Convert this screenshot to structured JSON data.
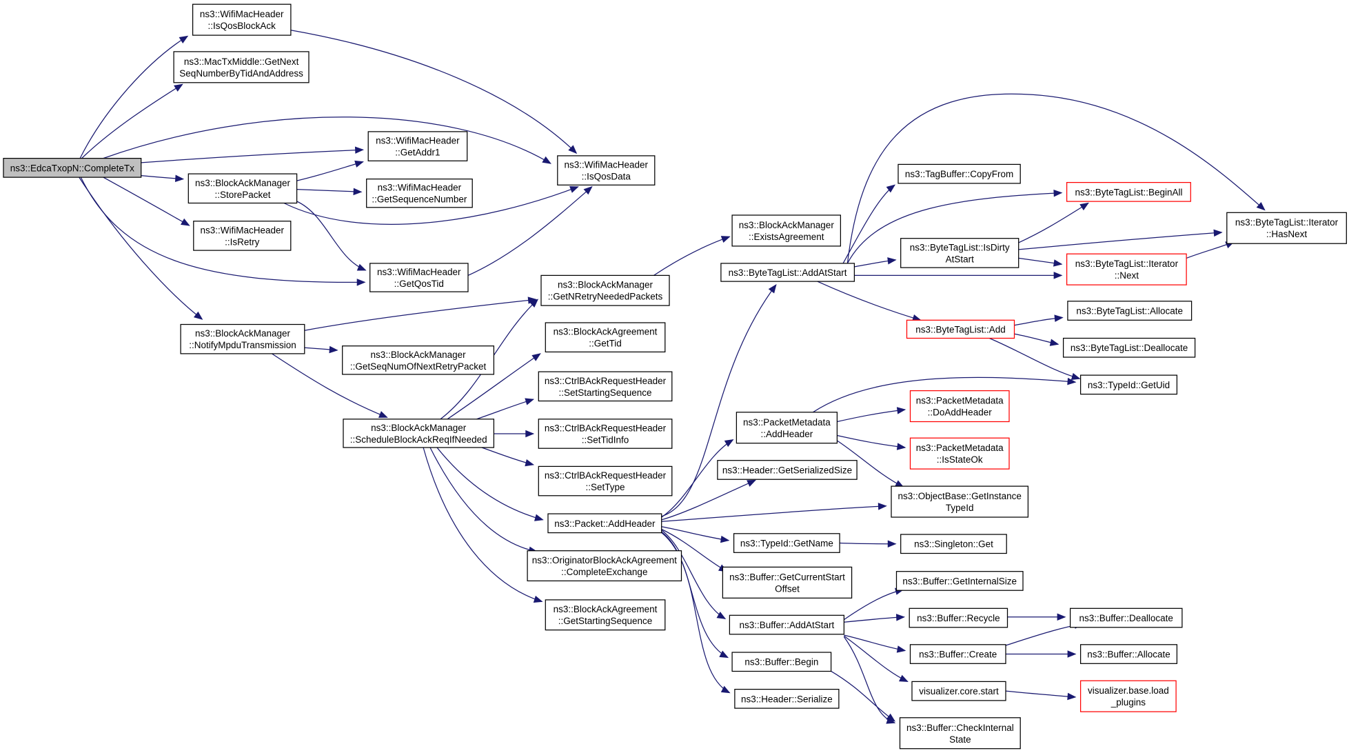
{
  "graph": {
    "root": "n_root",
    "edge_color": "#191970",
    "root_fill": "#bfbfbf",
    "incomplete_border_color": "#ff0000",
    "nodes": [
      {
        "id": "n_root",
        "lines": [
          "ns3::EdcaTxopN::CompleteTx"
        ],
        "root": true
      },
      {
        "id": "n_isqosblockack",
        "lines": [
          "ns3::WifiMacHeader",
          "::IsQosBlockAck"
        ]
      },
      {
        "id": "n_getnextseq",
        "lines": [
          "ns3::MacTxMiddle::GetNext",
          "SeqNumberByTidAndAddress"
        ]
      },
      {
        "id": "n_getaddr1",
        "lines": [
          "ns3::WifiMacHeader",
          "::GetAddr1"
        ]
      },
      {
        "id": "n_isqosdata",
        "lines": [
          "ns3::WifiMacHeader",
          "::IsQosData"
        ]
      },
      {
        "id": "n_storepacket",
        "lines": [
          "ns3::BlockAckManager",
          "::StorePacket"
        ]
      },
      {
        "id": "n_getseqnum",
        "lines": [
          "ns3::WifiMacHeader",
          "::GetSequenceNumber"
        ]
      },
      {
        "id": "n_isretry",
        "lines": [
          "ns3::WifiMacHeader",
          "::IsRetry"
        ]
      },
      {
        "id": "n_getqostid",
        "lines": [
          "ns3::WifiMacHeader",
          "::GetQosTid"
        ]
      },
      {
        "id": "n_notifympdu",
        "lines": [
          "ns3::BlockAckManager",
          "::NotifyMpduTransmission"
        ]
      },
      {
        "id": "n_getnretry",
        "lines": [
          "ns3::BlockAckManager",
          "::GetNRetryNeededPackets"
        ]
      },
      {
        "id": "n_getseqnumretry",
        "lines": [
          "ns3::BlockAckManager",
          "::GetSeqNumOfNextRetryPacket"
        ]
      },
      {
        "id": "n_schedule",
        "lines": [
          "ns3::BlockAckManager",
          "::ScheduleBlockAckReqIfNeeded"
        ]
      },
      {
        "id": "n_gettid",
        "lines": [
          "ns3::BlockAckAgreement",
          "::GetTid"
        ]
      },
      {
        "id": "n_setstartseq",
        "lines": [
          "ns3::CtrlBAckRequestHeader",
          "::SetStartingSequence"
        ]
      },
      {
        "id": "n_settidinfo",
        "lines": [
          "ns3::CtrlBAckRequestHeader",
          "::SetTidInfo"
        ]
      },
      {
        "id": "n_settype",
        "lines": [
          "ns3::CtrlBAckRequestHeader",
          "::SetType"
        ]
      },
      {
        "id": "n_packetaddheader",
        "lines": [
          "ns3::Packet::AddHeader"
        ]
      },
      {
        "id": "n_completeexchange",
        "lines": [
          "ns3::OriginatorBlockAckAgreement",
          "::CompleteExchange"
        ]
      },
      {
        "id": "n_getstartseq",
        "lines": [
          "ns3::BlockAckAgreement",
          "::GetStartingSequence"
        ]
      },
      {
        "id": "n_existsagreement",
        "lines": [
          "ns3::BlockAckManager",
          "::ExistsAgreement"
        ]
      },
      {
        "id": "n_btladdatstart",
        "lines": [
          "ns3::ByteTagList::AddAtStart"
        ]
      },
      {
        "id": "n_pmaddheader",
        "lines": [
          "ns3::PacketMetadata",
          "::AddHeader"
        ]
      },
      {
        "id": "n_getserializedsize",
        "lines": [
          "ns3::Header::GetSerializedSize"
        ]
      },
      {
        "id": "n_typeidgetname",
        "lines": [
          "ns3::TypeId::GetName"
        ]
      },
      {
        "id": "n_getcurrentstartoffset",
        "lines": [
          "ns3::Buffer::GetCurrentStart",
          "Offset"
        ]
      },
      {
        "id": "n_bufferaddatstart",
        "lines": [
          "ns3::Buffer::AddAtStart"
        ]
      },
      {
        "id": "n_bufferbegin",
        "lines": [
          "ns3::Buffer::Begin"
        ]
      },
      {
        "id": "n_headerserialize",
        "lines": [
          "ns3::Header::Serialize"
        ]
      },
      {
        "id": "n_tagbuffercopyfrom",
        "lines": [
          "ns3::TagBuffer::CopyFrom"
        ]
      },
      {
        "id": "n_btlisdirty",
        "lines": [
          "ns3::ByteTagList::IsDirty",
          "AtStart"
        ]
      },
      {
        "id": "n_btladd",
        "lines": [
          "ns3::ByteTagList::Add"
        ],
        "red": true
      },
      {
        "id": "n_doaddheader",
        "lines": [
          "ns3::PacketMetadata",
          "::DoAddHeader"
        ],
        "red": true
      },
      {
        "id": "n_isstateok",
        "lines": [
          "ns3::PacketMetadata",
          "::IsStateOk"
        ],
        "red": true
      },
      {
        "id": "n_getinstancetypeid",
        "lines": [
          "ns3::ObjectBase::GetInstance",
          "TypeId"
        ]
      },
      {
        "id": "n_singletonget",
        "lines": [
          "ns3::Singleton::Get"
        ]
      },
      {
        "id": "n_getinternalsize",
        "lines": [
          "ns3::Buffer::GetInternalSize"
        ]
      },
      {
        "id": "n_bufferrecycle",
        "lines": [
          "ns3::Buffer::Recycle"
        ]
      },
      {
        "id": "n_buffercreate",
        "lines": [
          "ns3::Buffer::Create"
        ]
      },
      {
        "id": "n_vizcorestart",
        "lines": [
          "visualizer.core.start"
        ]
      },
      {
        "id": "n_checkinternalstate",
        "lines": [
          "ns3::Buffer::CheckInternal",
          "State"
        ]
      },
      {
        "id": "n_btlbeginall",
        "lines": [
          "ns3::ByteTagList::BeginAll"
        ],
        "red": true
      },
      {
        "id": "n_iternext",
        "lines": [
          "ns3::ByteTagList::Iterator",
          "::Next"
        ],
        "red": true
      },
      {
        "id": "n_btlallocate",
        "lines": [
          "ns3::ByteTagList::Allocate"
        ]
      },
      {
        "id": "n_btldeallocate",
        "lines": [
          "ns3::ByteTagList::Deallocate"
        ]
      },
      {
        "id": "n_typeidgetuid",
        "lines": [
          "ns3::TypeId::GetUid"
        ]
      },
      {
        "id": "n_bufferdeallocate",
        "lines": [
          "ns3::Buffer::Deallocate"
        ]
      },
      {
        "id": "n_bufferallocate",
        "lines": [
          "ns3::Buffer::Allocate"
        ]
      },
      {
        "id": "n_vizloadplugins",
        "lines": [
          "visualizer.base.load",
          "_plugins"
        ],
        "red": true
      },
      {
        "id": "n_iterhasnext",
        "lines": [
          "ns3::ByteTagList::Iterator",
          "::HasNext"
        ]
      }
    ]
  }
}
